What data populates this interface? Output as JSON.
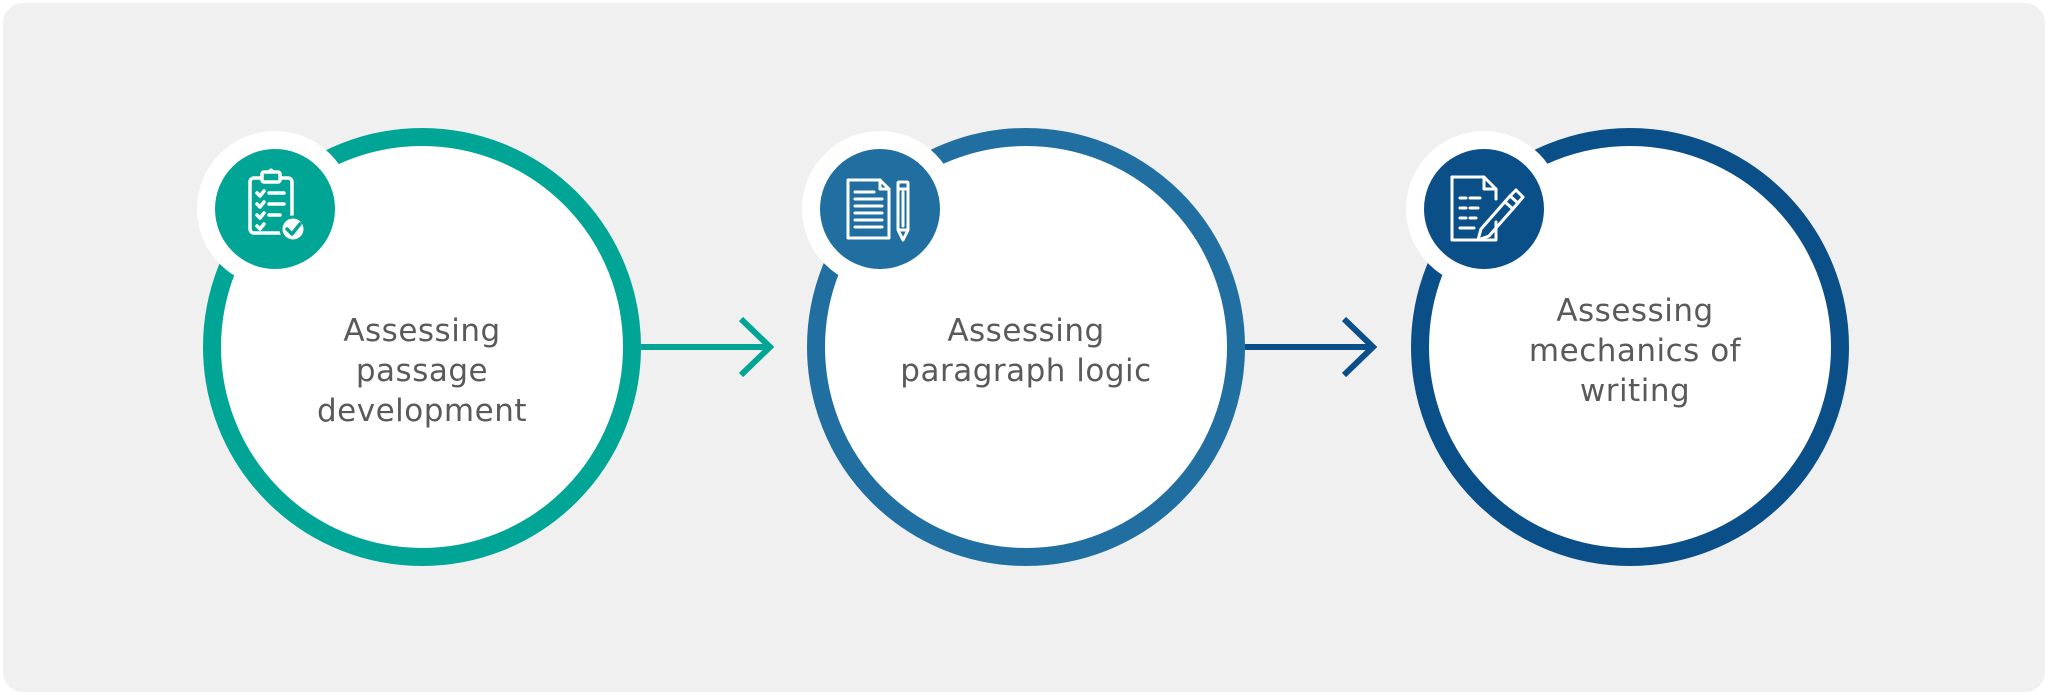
{
  "colors": {
    "background": "#f0f0f0",
    "teal": "#00a596",
    "mid_blue": "#216fa1",
    "dark_blue": "#0b4f89",
    "text": "#5a5a5a"
  },
  "steps": [
    {
      "label_lines": [
        "Assessing",
        "passage",
        "development"
      ],
      "icon": "clipboard-checklist-icon",
      "color": "#00a596"
    },
    {
      "label_lines": [
        "Assessing",
        "paragraph logic"
      ],
      "icon": "document-pencil-icon",
      "color": "#216fa1"
    },
    {
      "label_lines": [
        "Assessing",
        "mechanics of",
        "writing"
      ],
      "icon": "document-edit-icon",
      "color": "#0b4f89"
    }
  ],
  "connectors": [
    {
      "from": 0,
      "to": 1,
      "color": "#00a596",
      "icon": "arrow-right-icon"
    },
    {
      "from": 1,
      "to": 2,
      "color": "#0b4f89",
      "icon": "arrow-right-icon"
    }
  ]
}
